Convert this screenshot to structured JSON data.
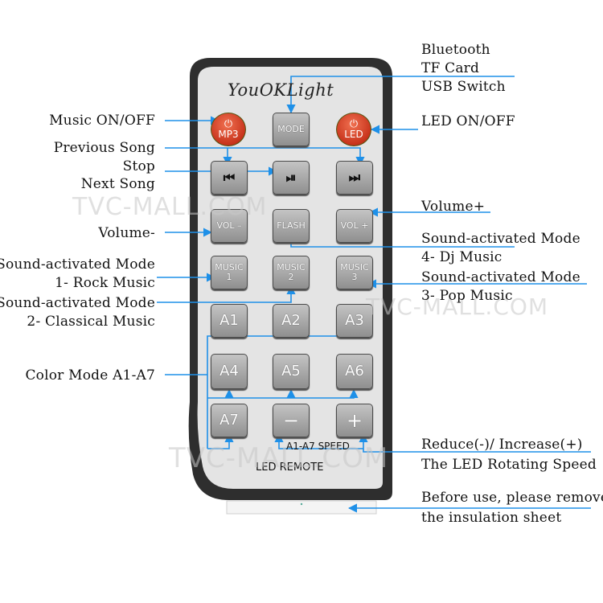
{
  "brand": "YouOKLight",
  "remote_footer": "LED REMOTE",
  "speed_label": "A1-A7 SPEED",
  "watermark": "TVC-MALL.COM",
  "buttons": {
    "mp3": "MP3",
    "mode": "MODE",
    "led": "LED",
    "vol_minus": "VOL –",
    "flash": "FLASH",
    "vol_plus": "VOL +",
    "music1_a": "MUSIC",
    "music1_b": "1",
    "music2_a": "MUSIC",
    "music2_b": "2",
    "music3_a": "MUSIC",
    "music3_b": "3",
    "a1": "A1",
    "a2": "A2",
    "a3": "A3",
    "a4": "A4",
    "a5": "A5",
    "a6": "A6",
    "a7": "A7",
    "minus": "−",
    "plus": "+"
  },
  "labels": {
    "bluetooth_1": "Bluetooth",
    "bluetooth_2": "TF Card",
    "bluetooth_3": "USB Switch",
    "music_onoff": "Music ON/OFF",
    "led_onoff": "LED ON/OFF",
    "prev_song": "Previous Song",
    "stop": "Stop",
    "next_song": "Next Song",
    "volume_plus": "Volume+",
    "volume_minus": "Volume-",
    "dj_1": "Sound-activated Mode",
    "dj_2": "4- Dj Music",
    "rock_1": "Sound-activated Mode",
    "rock_2": "1- Rock Music",
    "pop_1": "Sound-activated Mode",
    "pop_2": "3- Pop Music",
    "classical_1": "Sound-activated Mode",
    "classical_2": "2- Classical Music",
    "color_mode": "Color Mode A1-A7",
    "speed_1": "Reduce(-)/ Increase(+)",
    "speed_2": "The LED Rotating Speed",
    "insulation_1": "Before use, please remove",
    "insulation_2": "the insulation sheet"
  },
  "colors": {
    "arrow": "#1e90e8",
    "power_button": "#d43c20",
    "remote_body": "#333333",
    "remote_face": "#e6e6e6"
  }
}
